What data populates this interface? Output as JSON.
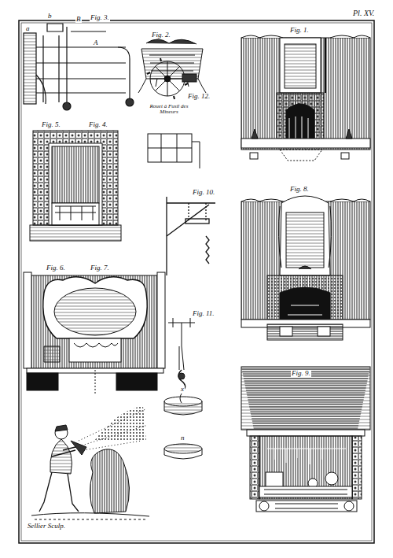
{
  "diagram": {
    "labels": [
      "Pl. XV.",
      "b",
      "B",
      "Fig. 3.",
      "a",
      "A",
      "Fig. 2.",
      "Fig. 1.",
      "Fig. 12.",
      "Rouet à Fusil des Mineurs",
      "Fig. 5.",
      "Fig. 4.",
      "Fig. 10.",
      "Fig. 8.",
      "Fig. 6.",
      "Fig. 7.",
      "Fig. 11.",
      "Fig. 9.",
      "x",
      "n",
      "Sellier Sculp."
    ]
  }
}
